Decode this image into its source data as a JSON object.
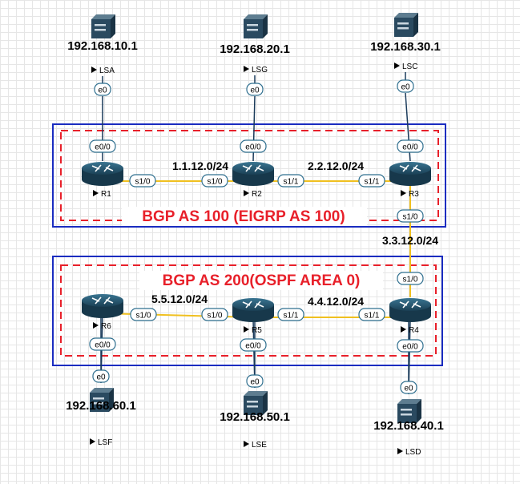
{
  "areas": [
    {
      "id": "as100",
      "label": "BGP AS 100 (EIGRP AS 100)"
    },
    {
      "id": "as200",
      "label": "BGP AS 200(OSPF AREA 0)"
    }
  ],
  "routers": [
    {
      "id": "R1",
      "label": "R1"
    },
    {
      "id": "R2",
      "label": "R2"
    },
    {
      "id": "R3",
      "label": "R3"
    },
    {
      "id": "R4",
      "label": "R4"
    },
    {
      "id": "R5",
      "label": "R5"
    },
    {
      "id": "R6",
      "label": "R6"
    }
  ],
  "hosts": [
    {
      "id": "LSA",
      "label": "LSA",
      "ip": "192.168.10.1",
      "port": "e0"
    },
    {
      "id": "LSG",
      "label": "LSG",
      "ip": "192.168.20.1",
      "port": "e0"
    },
    {
      "id": "LSC",
      "label": "LSC",
      "ip": "192.168.30.1",
      "port": "e0"
    },
    {
      "id": "LSF",
      "label": "LSF",
      "ip": "192.168.60.1",
      "port": "e0"
    },
    {
      "id": "LSE",
      "label": "LSE",
      "ip": "192.168.50.1",
      "port": "e0"
    },
    {
      "id": "LSD",
      "label": "LSD",
      "ip": "192.168.40.1",
      "port": "e0"
    }
  ],
  "uplink_ports": [
    "e0/0",
    "e0/0",
    "e0/0",
    "e0/0",
    "e0/0",
    "e0/0"
  ],
  "links": [
    {
      "network": "1.1.12.0/24",
      "a_port": "s1/0",
      "b_port": "s1/0"
    },
    {
      "network": "2.2.12.0/24",
      "a_port": "s1/1",
      "b_port": "s1/1"
    },
    {
      "network": "3.3.12.0/24",
      "a_port": "s1/0",
      "b_port": "s1/0"
    },
    {
      "network": "5.5.12.0/24",
      "a_port": "s1/0",
      "b_port": "s1/0"
    },
    {
      "network": "4.4.12.0/24",
      "a_port": "s1/1",
      "b_port": "s1/1"
    }
  ],
  "colors": {
    "serial_link": "#f0c020",
    "ethernet_link": "#1a3a5a",
    "router_body": "#1f4e66",
    "area_outer": "#1a2cc0",
    "area_inner": "#e8202a",
    "port_badge_border": "#2f6f8f"
  },
  "icons": {
    "router": "router-icon",
    "host": "server-icon"
  }
}
